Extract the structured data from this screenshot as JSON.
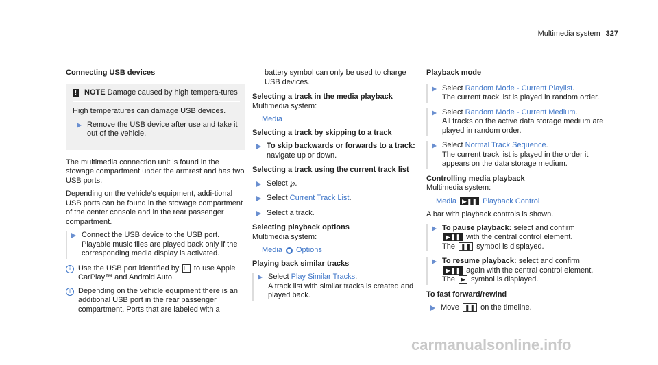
{
  "header": {
    "section": "Multimedia system",
    "page": "327"
  },
  "col1": {
    "title": "Connecting USB devices",
    "note_title": "NOTE",
    "note_text": "Damage caused by high tempera-tures",
    "note_body": "High temperatures can damage USB devices.",
    "note_step": "Remove the USB device after use and take it out of the vehicle.",
    "p1": "The multimedia connection unit is found in the stowage compartment under the armrest and has two USB ports.",
    "p2": "Depending on the vehicle's equipment, addi-tional USB ports can be found in the stowage compartment of the center console and in the rear passenger compartment.",
    "step1": "Connect the USB device to the USB port. Playable music files are played back only if the corresponding media display is activated.",
    "info1_a": "Use the USB port identified by",
    "info1_sym": "⎕",
    "info1_b": "to use Apple CarPlay™ and Android Auto.",
    "info2": "Depending on the vehicle equipment there is an additional USB port in the rear passenger compartment. Ports that are labeled with a"
  },
  "col2": {
    "cont": "battery symbol can only be used to charge USB devices.",
    "h_select": "Selecting a track in the media playback",
    "ms1": "Multimedia system:",
    "path1": "Media",
    "h_skip": "Selecting a track by skipping to a track",
    "skip_bold": "To skip backwards or forwards to a track:",
    "skip_text": "navigate up or down.",
    "h_list": "Selecting a track using the current track list",
    "sel_a": "Select",
    "sel_sym": "℘",
    "sel_b": ".",
    "sel2_a": "Select",
    "sel2_link": "Current Track List",
    "sel2_b": ".",
    "sel3": "Select a track.",
    "h_opts": "Selecting playback options",
    "ms2": "Multimedia system:",
    "path2_a": "Media",
    "path2_b": "Options",
    "h_similar": "Playing back similar tracks",
    "sim_a": "Select",
    "sim_link": "Play Similar Tracks",
    "sim_b": ".",
    "sim_text": "A track list with similar tracks is created and played back."
  },
  "col3": {
    "h_mode": "Playback mode",
    "m1_a": "Select",
    "m1_link": "Random Mode - Current Playlist",
    "m1_b": ".",
    "m1_text": "The current track list is played in random order.",
    "m2_a": "Select",
    "m2_link": "Random Mode - Current Medium",
    "m2_b": ".",
    "m2_text": "All tracks on the active data storage medium are played in random order.",
    "m3_a": "Select",
    "m3_link": "Normal Track Sequence",
    "m3_b": ".",
    "m3_text": "The current track list is played in the order it appears on the data storage medium.",
    "h_ctrl": "Controlling media playback",
    "ms": "Multimedia system:",
    "path_a": "Media",
    "path_sym": "▶❚❚",
    "path_b": "Playback Control",
    "bar": "A bar with playback controls is shown.",
    "pause_bold": "To pause playback:",
    "pause_text": "select and confirm",
    "pause_sym": "▶❚❚",
    "pause_text2": "with the central control element.",
    "pause_the": "The",
    "pause_sym2": "❚❚",
    "pause_text3": "symbol is displayed.",
    "resume_bold": "To resume playback:",
    "resume_text": "select and confirm",
    "resume_sym": "▶❚❚",
    "resume_text2": "again with the central control element.",
    "resume_the": "The",
    "resume_sym2": "▶",
    "resume_text3": "symbol is displayed.",
    "h_ff": "To fast forward/rewind",
    "move_a": "Move",
    "move_sym": "❚❚",
    "move_b": "on the timeline."
  },
  "watermark": "carmanualsonline.info"
}
